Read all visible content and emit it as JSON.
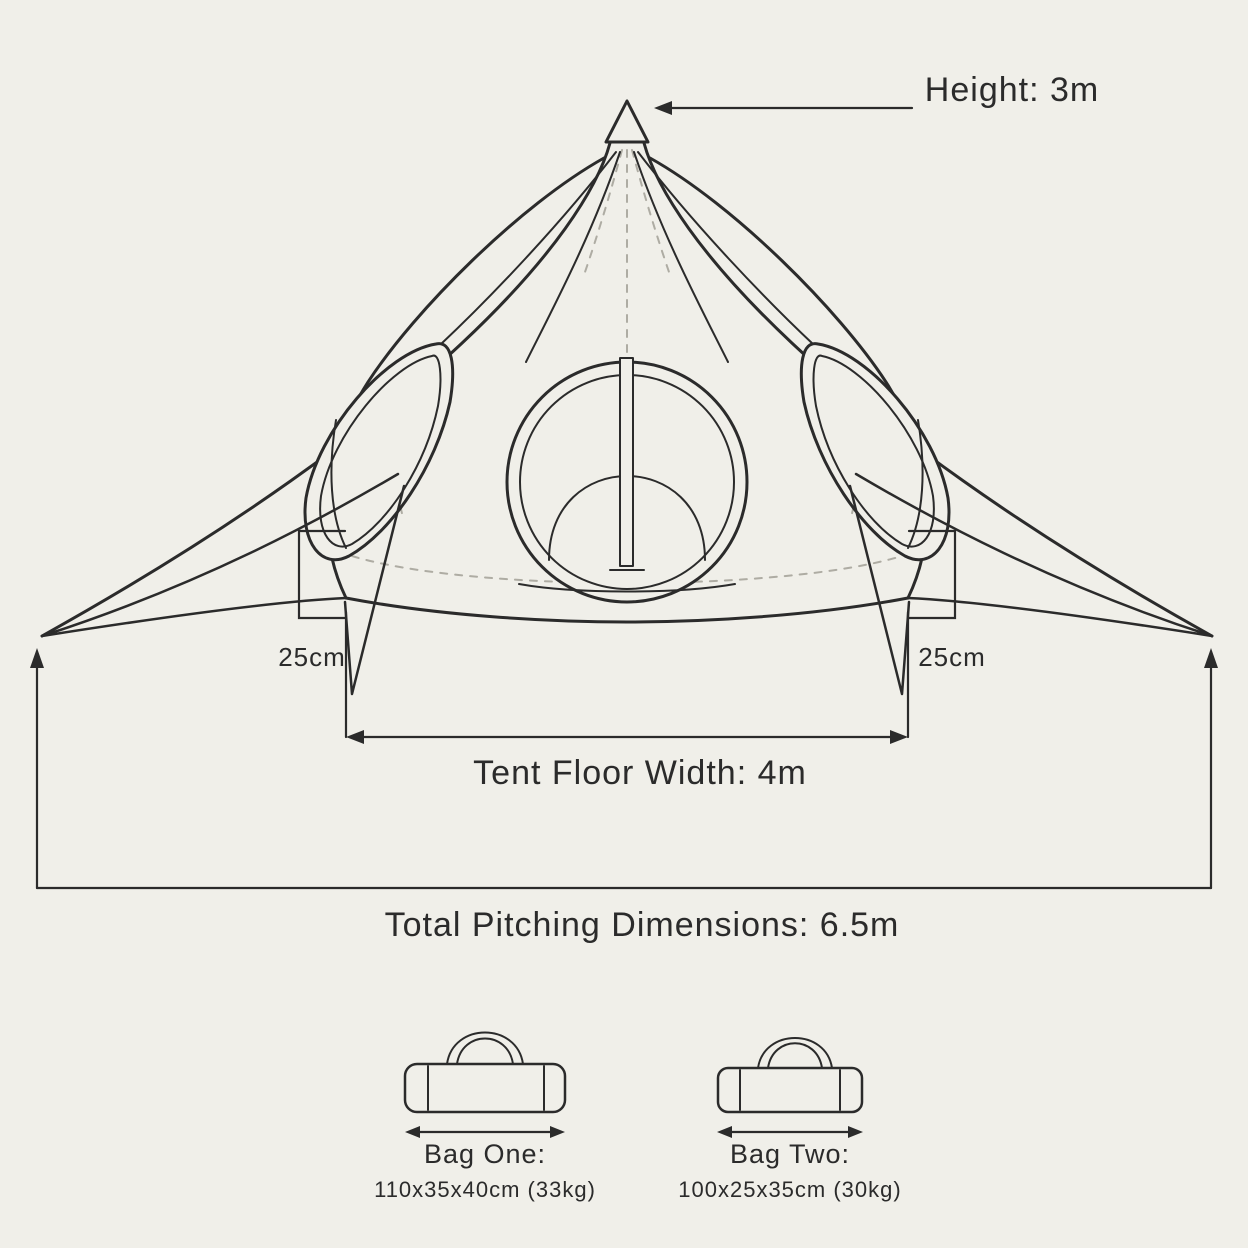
{
  "colors": {
    "background": "#f0efe9",
    "line": "#2b2b2b",
    "dashed_line": "#aeaca3"
  },
  "annotations": {
    "height_label": "Height: 3m",
    "skirt_left_label": "25cm",
    "skirt_right_label": "25cm",
    "floor_width_label": "Tent Floor Width: 4m",
    "pitching_label": "Total Pitching  Dimensions: 6.5m"
  },
  "bags": [
    {
      "label": "Bag One:",
      "dimensions": "110x35x40cm (33kg)"
    },
    {
      "label": "Bag Two:",
      "dimensions": "100x25x35cm (30kg)"
    }
  ]
}
